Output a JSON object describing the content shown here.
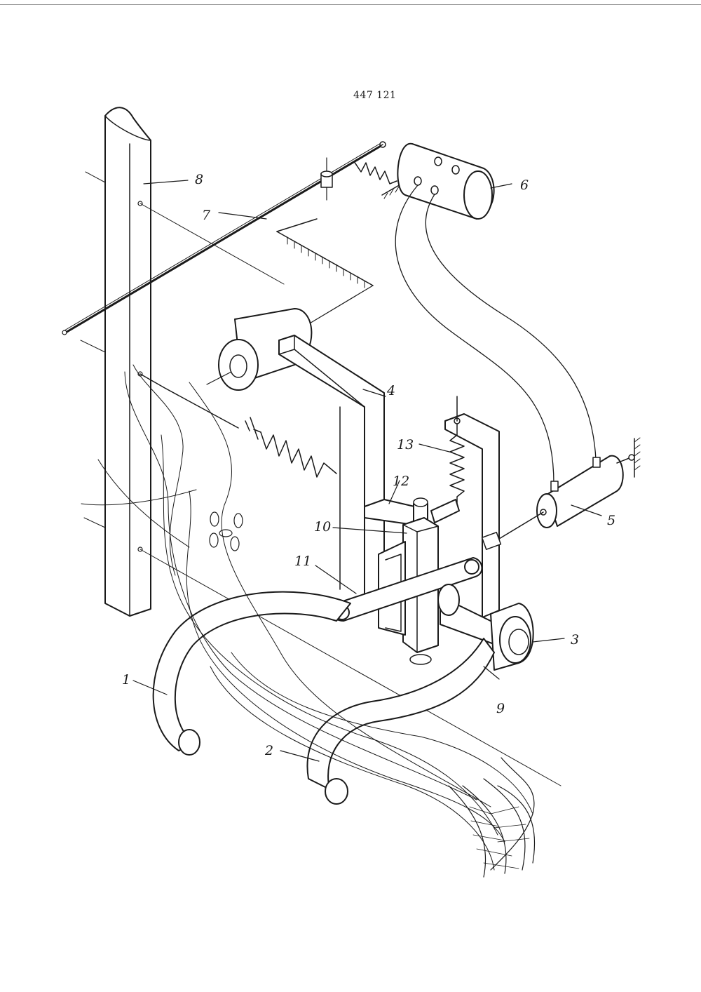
{
  "document": {
    "patent_number": "447 121"
  },
  "labels": [
    {
      "id": "1",
      "text": "1"
    },
    {
      "id": "2",
      "text": "2"
    },
    {
      "id": "3",
      "text": "3"
    },
    {
      "id": "4",
      "text": "4"
    },
    {
      "id": "5",
      "text": "5"
    },
    {
      "id": "6",
      "text": "6"
    },
    {
      "id": "7",
      "text": "7"
    },
    {
      "id": "8",
      "text": "8"
    },
    {
      "id": "9",
      "text": "9"
    },
    {
      "id": "10",
      "text": "10"
    },
    {
      "id": "11",
      "text": "11"
    },
    {
      "id": "12",
      "text": "12"
    },
    {
      "id": "13",
      "text": "13"
    }
  ]
}
